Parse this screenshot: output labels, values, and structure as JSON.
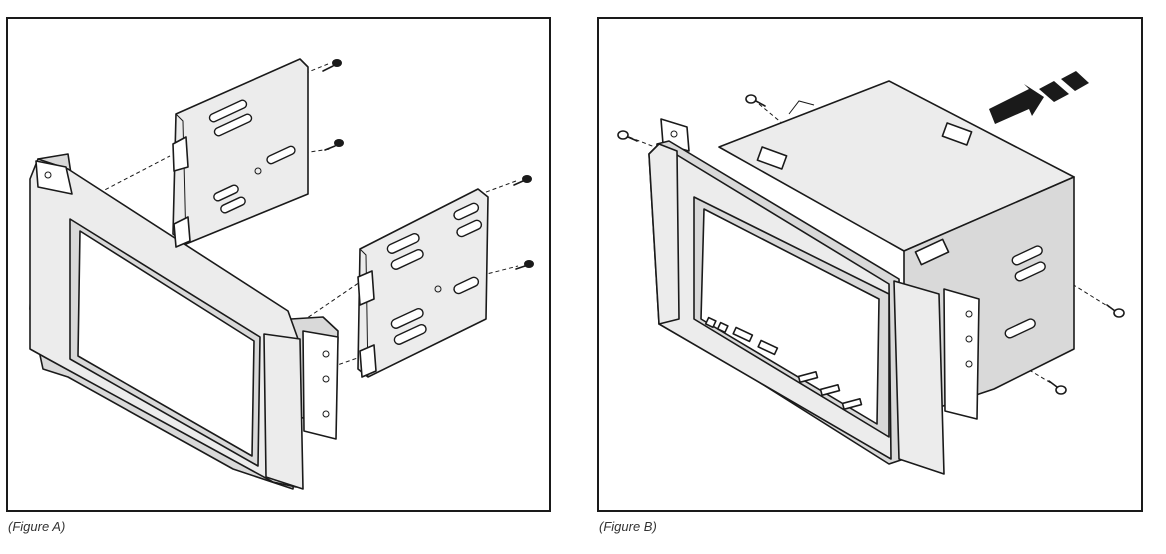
{
  "figures": [
    {
      "id": "a",
      "caption": "(Figure A)"
    },
    {
      "id": "b",
      "caption": "(Figure B)"
    }
  ]
}
